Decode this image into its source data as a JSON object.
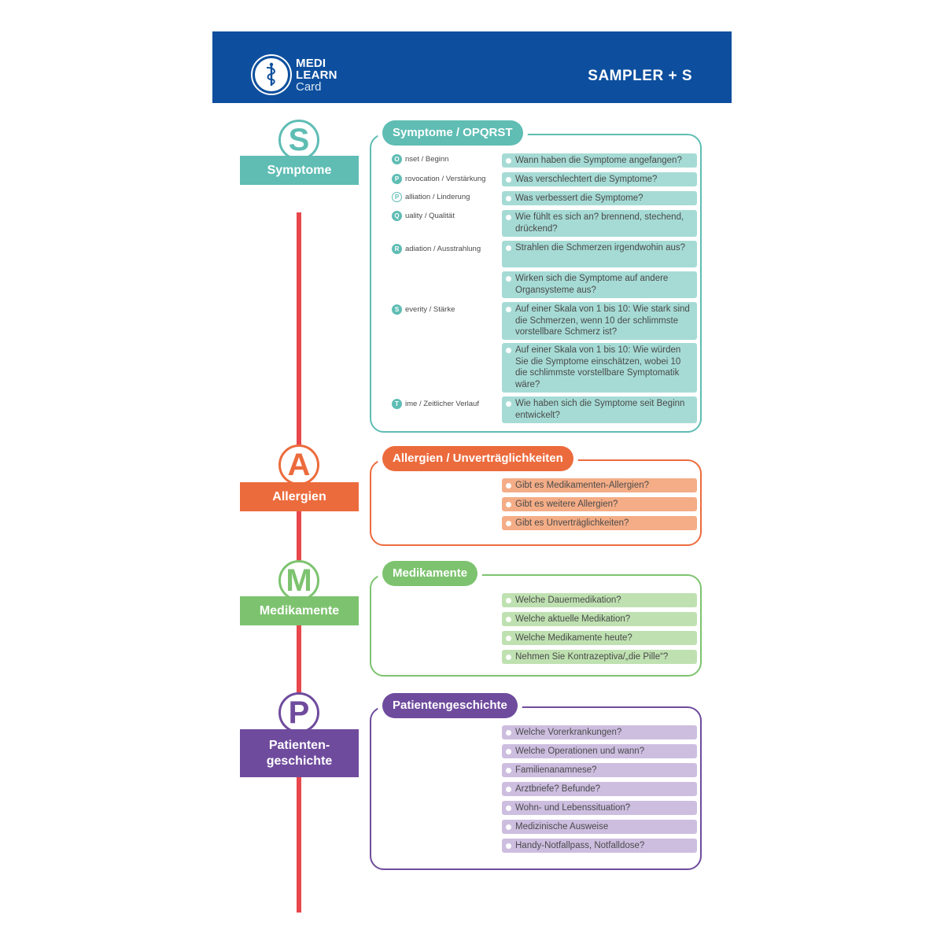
{
  "header": {
    "logo": {
      "line1": "MEDI",
      "line2": "LEARN",
      "line3": "Card"
    },
    "title": "SAMPLER + S"
  },
  "colors": {
    "header_blue": "#0d4f9e",
    "timeline_red": "#e8474c",
    "teal": "#5fbdb4",
    "teal_box": "#a6dbd5",
    "orange": "#ec6b3d",
    "orange_box": "#f4ad86",
    "green": "#7dc36f",
    "green_box": "#bfe1b1",
    "purple": "#6f4b9d",
    "purple_box": "#cdbee0"
  },
  "sections": {
    "s": {
      "letter": "S",
      "label": "Symptome",
      "title": "Symptome / OPQRST",
      "mnemonics": [
        {
          "initial": "O",
          "text": "nset / Beginn"
        },
        {
          "initial": "P",
          "text": "rovocation / Verstärkung"
        },
        {
          "initial": "P",
          "text": "alliation / Linderung"
        },
        {
          "initial": "Q",
          "text": "uality / Qualität"
        },
        {
          "initial": "R",
          "text": "adiation / Ausstrahlung"
        },
        {
          "initial": "S",
          "text": "everity / Stärke"
        },
        {
          "initial": "T",
          "text": "ime / Zeitlicher Verlauf"
        }
      ],
      "questions": [
        "Wann haben die Symptome angefangen?",
        "Was verschlechtert die Symptome?",
        "Was verbessert die Symptome?",
        "Wie fühlt es sich an? brennend, stechend, drückend?",
        "Strahlen die Schmerzen irgendwohin aus?",
        "Wirken sich die Symptome auf andere Organsysteme aus?",
        "Auf einer Skala von 1 bis 10: Wie stark sind die Schmerzen, wenn 10 der schlimmste vorstellbare Schmerz ist?",
        "Auf einer Skala von 1 bis 10: Wie würden Sie die Symptome einschätzen, wobei 10 die schlimmste vorstellbare Symptomatik wäre?",
        "Wie haben sich die Symptome seit Beginn entwickelt?"
      ]
    },
    "a": {
      "letter": "A",
      "label": "Allergien",
      "title": "Allergien / Unverträglichkeiten",
      "questions": [
        "Gibt es Medikamenten-Allergien?",
        "Gibt es weitere Allergien?",
        "Gibt es Unverträglichkeiten?"
      ]
    },
    "m": {
      "letter": "M",
      "label": "Medikamente",
      "title": "Medikamente",
      "questions": [
        "Welche Dauermedikation?",
        "Welche aktuelle Medikation?",
        "Welche Medikamente heute?",
        "Nehmen Sie Kontrazeptiva/„die Pille“?"
      ]
    },
    "p": {
      "letter": "P",
      "label_line1": "Patienten-",
      "label_line2": "geschichte",
      "title": "Patientengeschichte",
      "questions": [
        "Welche Vorerkrankungen?",
        "Welche Operationen und wann?",
        "Familienanamnese?",
        "Arztbriefe? Befunde?",
        "Wohn- und Lebenssituation?",
        "Medizinische Ausweise",
        "Handy-Notfallpass, Notfalldose?"
      ]
    }
  }
}
